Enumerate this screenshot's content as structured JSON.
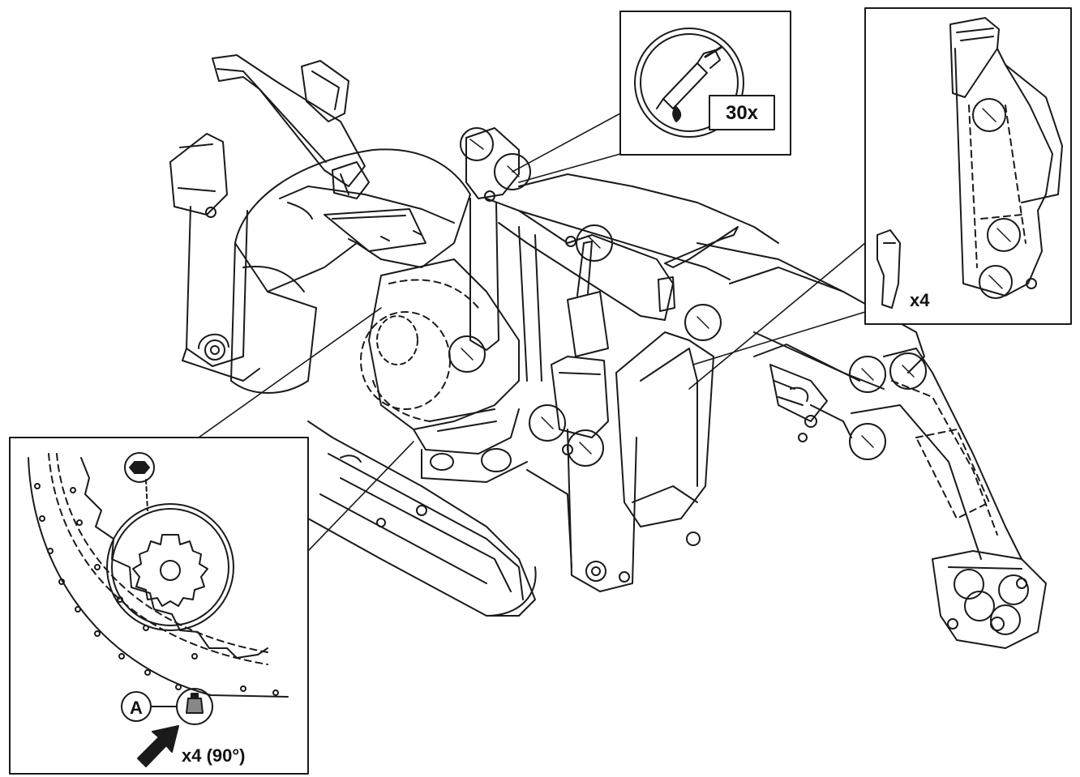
{
  "diagram": {
    "grease_callout": {
      "icon": "grease-gun-icon",
      "count_label": "30x"
    },
    "boom_callout": {
      "count_label": "x4"
    },
    "slew_ring_callout": {
      "marker_label": "A",
      "count_label": "x4 (90°)"
    },
    "colors": {
      "line": "#1a1a1a",
      "background": "#ffffff"
    }
  }
}
